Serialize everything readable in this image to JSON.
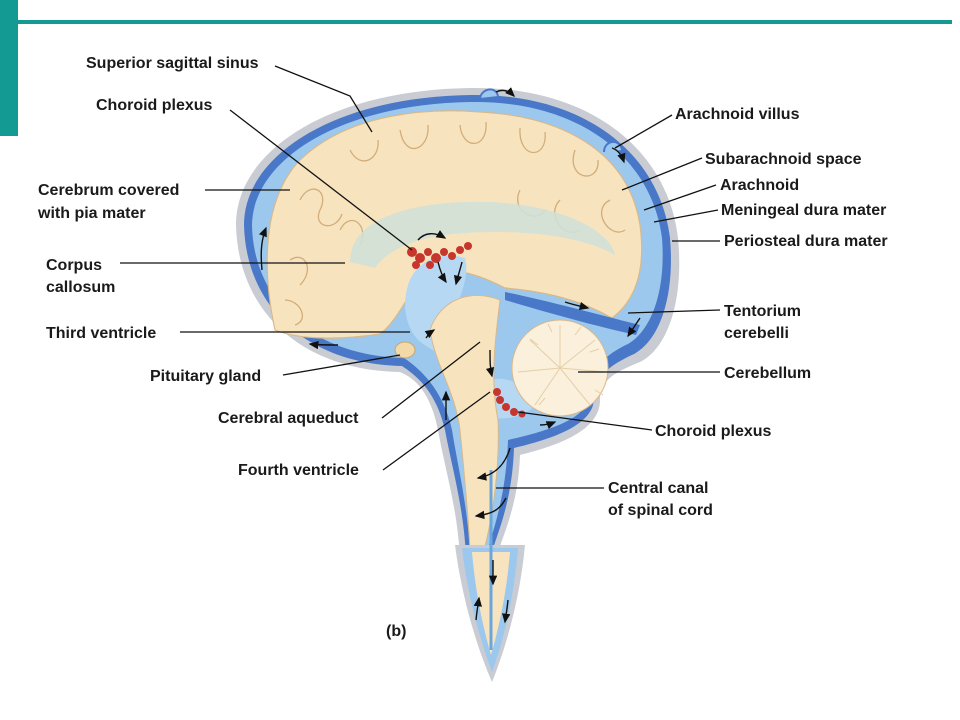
{
  "labels": {
    "superior_sagittal_sinus": "Superior sagittal sinus",
    "choroid_plexus_upper": "Choroid plexus",
    "cerebrum_line1": "Cerebrum covered",
    "cerebrum_line2": "with pia mater",
    "corpus_line1": "Corpus",
    "corpus_line2": "callosum",
    "third_ventricle": "Third ventricle",
    "pituitary_gland": "Pituitary gland",
    "cerebral_aqueduct": "Cerebral aqueduct",
    "fourth_ventricle": "Fourth ventricle",
    "arachnoid_villus": "Arachnoid villus",
    "subarachnoid_space": "Subarachnoid space",
    "arachnoid": "Arachnoid",
    "meningeal_dura_mater": "Meningeal dura mater",
    "periosteal_dura_mater": "Periosteal dura mater",
    "tentorium_line1": "Tentorium",
    "tentorium_line2": "cerebelli",
    "cerebellum": "Cerebellum",
    "choroid_plexus_lower": "Choroid plexus",
    "central_canal_line1": "Central canal",
    "central_canal_line2": "of spinal cord"
  },
  "panel_letter": "(b)",
  "colors": {
    "accent_bar": "#139a92",
    "dura": "#4a78c8",
    "csf": "#9cc8ee",
    "brain_tissue": "#f7e4bf",
    "choroid_plexus": "#c6362d"
  }
}
